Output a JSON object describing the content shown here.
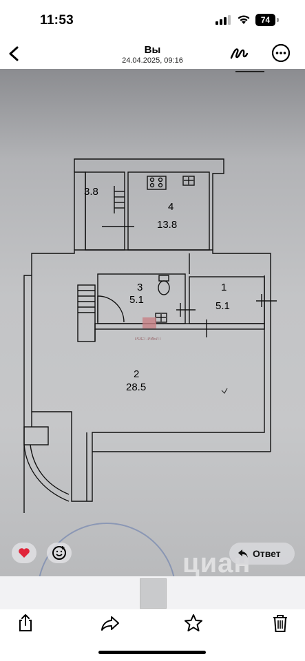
{
  "status_bar": {
    "time": "11:53",
    "battery": "74"
  },
  "header": {
    "title": "Вы",
    "subtitle": "24.04.2025, 09:16"
  },
  "photo": {
    "rooms": [
      {
        "number": "",
        "area": "3.8"
      },
      {
        "number": "4",
        "area": "13.8"
      },
      {
        "number": "3",
        "area": "5.1"
      },
      {
        "number": "1",
        "area": "5.1"
      },
      {
        "number": "2",
        "area": "28.5"
      }
    ],
    "watermark": "циан"
  },
  "actions": {
    "reply_label": "Ответ"
  },
  "colors": {
    "accent": "#000000",
    "heart": "#e0243a"
  },
  "icons": [
    "back-icon",
    "markup-icon",
    "more-icon",
    "heart-icon",
    "sticker-icon",
    "reply-icon",
    "share-icon",
    "forward-icon",
    "star-icon",
    "trash-icon"
  ]
}
